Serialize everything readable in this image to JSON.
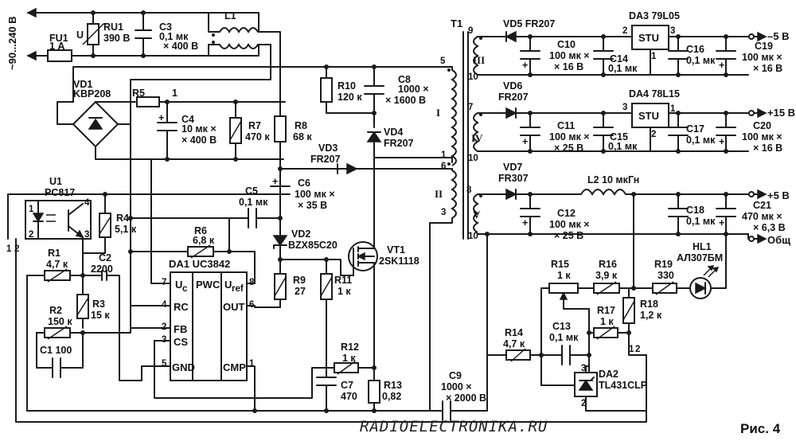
{
  "input": {
    "label": "~90...240 В"
  },
  "components": {
    "FU1": {
      "name": "FU1",
      "value": "1 А"
    },
    "RU1": {
      "name": "RU1",
      "value": "390 В",
      "symbol": "U"
    },
    "C3": {
      "name": "C3",
      "value1": "0,1 мк",
      "value2": "× 400 В"
    },
    "L1": {
      "name": "L1"
    },
    "VD1": {
      "name": "VD1",
      "value": "KBP208"
    },
    "R5": {
      "name": "R5",
      "value": "1"
    },
    "C4": {
      "name": "C4",
      "value1": "10 мк ×",
      "value2": "× 400 В"
    },
    "R7": {
      "name": "R7",
      "value": "470 к"
    },
    "R8": {
      "name": "R8",
      "value": "68 к"
    },
    "R10": {
      "name": "R10",
      "value": "120 к"
    },
    "C8": {
      "name": "C8",
      "value1": "1000 ×",
      "value2": "× 1600 В"
    },
    "VD4": {
      "name": "VD4",
      "value": "FR207"
    },
    "VD3": {
      "name": "VD3",
      "value": "FR207"
    },
    "C6": {
      "name": "C6",
      "value1": "100 мк ×",
      "value2": "× 35 В"
    },
    "C5": {
      "name": "C5",
      "value": "0,1 мк"
    },
    "U1": {
      "name": "U1",
      "value": "PC817"
    },
    "R4": {
      "name": "R4",
      "value": "5,1 к"
    },
    "R6": {
      "name": "R6",
      "value": "6,8 к"
    },
    "VD2": {
      "name": "VD2",
      "value": "BZX85C20"
    },
    "VT1": {
      "name": "VT1",
      "value": "2SK1118"
    },
    "R1": {
      "name": "R1",
      "value": "4,7 к"
    },
    "C2": {
      "name": "C2",
      "value": "2200"
    },
    "R2": {
      "name": "R2",
      "value": "150 к"
    },
    "R3": {
      "name": "R3",
      "value": "15 к"
    },
    "C1": {
      "name": "C1 100"
    },
    "DA1": {
      "name": "DA1 UC3842"
    },
    "R9": {
      "name": "R9",
      "value": "27"
    },
    "R11": {
      "name": "R11",
      "value": "1 к"
    },
    "R12": {
      "name": "R12",
      "value": "1 к"
    },
    "C7": {
      "name": "C7",
      "value": "470"
    },
    "R13": {
      "name": "R13",
      "value": "0,82"
    },
    "C9": {
      "name": "C9",
      "value1": "1000 ×",
      "value2": "× 2000 В"
    },
    "T1": {
      "name": "T1"
    },
    "VD5": {
      "name": "VD5 FR207"
    },
    "VD6": {
      "name": "VD6",
      "value": "FR207"
    },
    "VD7": {
      "name": "VD7",
      "value": "FR307"
    },
    "C10": {
      "name": "C10",
      "value1": "100 мк ×",
      "value2": "× 16 В"
    },
    "C11": {
      "name": "C11",
      "value1": "100 мк ×",
      "value2": "× 25 В"
    },
    "C12": {
      "name": "C12",
      "value1": "100 мк ×",
      "value2": "× 25 В"
    },
    "C14": {
      "name": "C14",
      "value": "0,1 мк"
    },
    "C15": {
      "name": "C15",
      "value": "0,1 мк"
    },
    "DA3": {
      "name": "DA3 79L05",
      "body": "STU"
    },
    "DA4": {
      "name": "DA4 78L15",
      "body": "STU"
    },
    "L2": {
      "name": "L2 10 мкГн"
    },
    "C16": {
      "name": "C16",
      "value": "0,1 мк"
    },
    "C17": {
      "name": "C17",
      "value": "0,1 мк"
    },
    "C18": {
      "name": "C18",
      "value": "0,1 мк"
    },
    "C19": {
      "name": "C19",
      "value1": "100 мк ×",
      "value2": "× 16 В"
    },
    "C20": {
      "name": "C20",
      "value1": "100 мк ×",
      "value2": "× 16 В"
    },
    "C21": {
      "name": "C21",
      "value1": "470 мк ×",
      "value2": "× 6,3 В"
    },
    "HL1": {
      "name": "HL1",
      "value": "АЛ307БМ"
    },
    "R15": {
      "name": "R15",
      "value": "1 к"
    },
    "R16": {
      "name": "R16",
      "value": "3,9 к"
    },
    "R19": {
      "name": "R19",
      "value": "330"
    },
    "R17": {
      "name": "R17",
      "value": "1 к"
    },
    "R18": {
      "name": "R18",
      "value": "1,2 к"
    },
    "R14": {
      "name": "R14",
      "value": "4,7 к"
    },
    "C13": {
      "name": "C13",
      "value": "0,1 мк"
    },
    "DA2": {
      "name": "DA2",
      "value": "TL431CLP"
    }
  },
  "ic": {
    "uc": "U",
    "uc_sub": "c",
    "pwc": "PWC",
    "uref": "U",
    "uref_sub": "ref",
    "rc": "RC",
    "out": "OUT",
    "fb": "FB",
    "cs": "CS",
    "gnd": "GND",
    "cmp": "CMP"
  },
  "outputs": {
    "m5": "–5 В",
    "p15": "+15 В",
    "p5": "+5 В",
    "common": "Общ"
  },
  "windings": {
    "w1": "I",
    "w2": "II",
    "w3": "III",
    "w4": "IV",
    "w5": "V"
  },
  "pins": [
    "1",
    "2",
    "3",
    "4",
    "5",
    "6",
    "7",
    "8",
    "9",
    "10"
  ],
  "watermark": "RADIOELECTRONIKA.RU",
  "figure": "Рис. 4"
}
